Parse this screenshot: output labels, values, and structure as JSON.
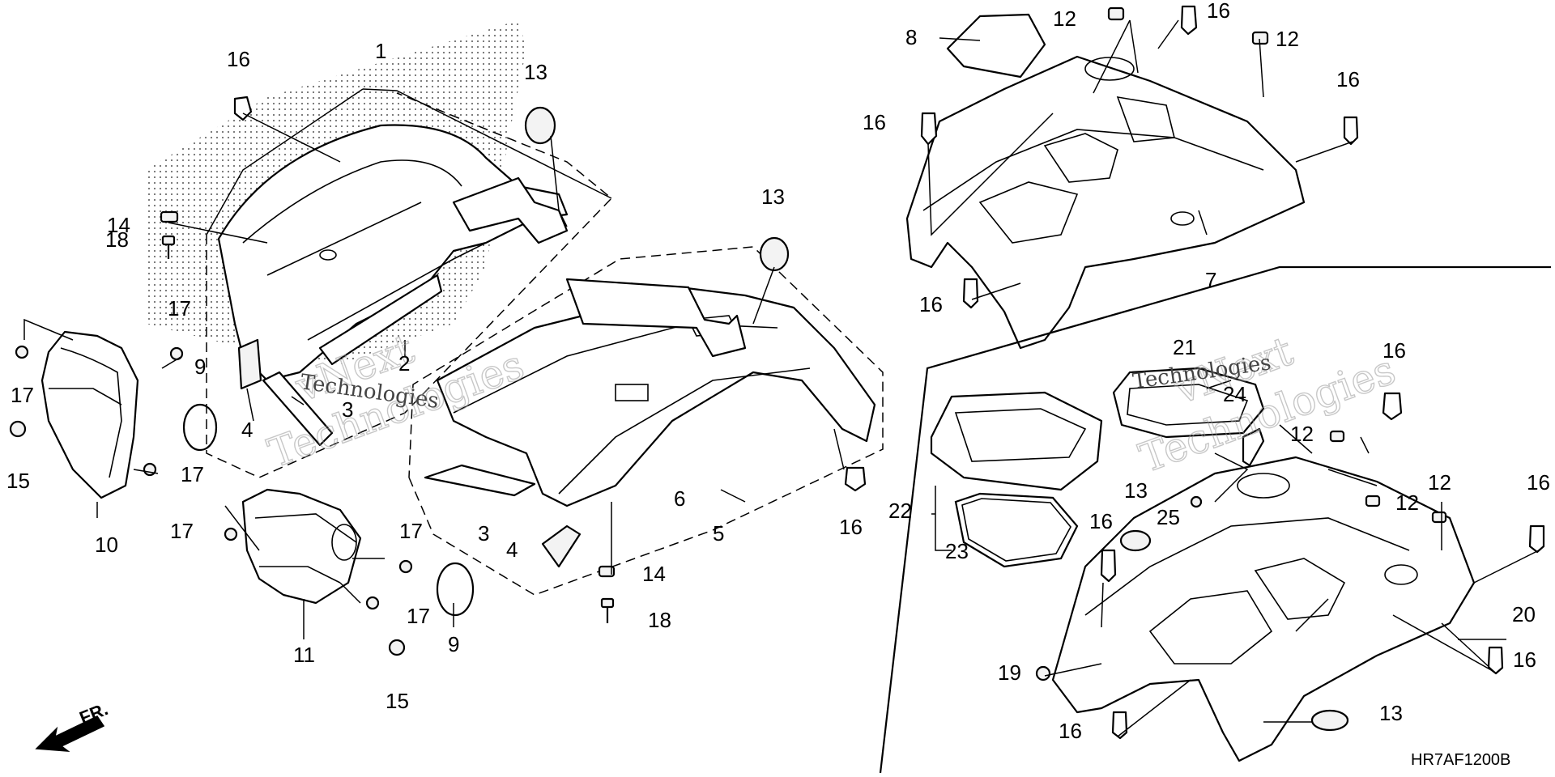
{
  "diagram_code": "HR7AF1200B",
  "front_arrow_label": "FR.",
  "watermarks": [
    {
      "line1": "vNext",
      "line2": "Technologies"
    },
    {
      "line1": "vNext",
      "line2": "Technologies"
    }
  ],
  "callouts": {
    "c1": "1",
    "c2": "2",
    "c3a": "3",
    "c3b": "3",
    "c4a": "4",
    "c4b": "4",
    "c5": "5",
    "c6": "6",
    "c7": "7",
    "c8": "8",
    "c9a": "9",
    "c9b": "9",
    "c10": "10",
    "c11": "11",
    "c12a": "12",
    "c12b": "12",
    "c12c": "12",
    "c12d": "12",
    "c12e": "12",
    "c13a": "13",
    "c13b": "13",
    "c13c": "13",
    "c13d": "13",
    "c14a": "14",
    "c14b": "14",
    "c15a": "15",
    "c15b": "15",
    "c16a": "16",
    "c16b": "16",
    "c16c": "16",
    "c16d": "16",
    "c16e": "16",
    "c16f": "16",
    "c16g": "16",
    "c16h": "16",
    "c16i": "16",
    "c16j": "16",
    "c16k": "16",
    "c17a": "17",
    "c17b": "17",
    "c17c": "17",
    "c17d": "17",
    "c17e": "17",
    "c17f": "17",
    "c18a": "18",
    "c18b": "18",
    "c19": "19",
    "c20": "20",
    "c21": "21",
    "c22": "22",
    "c23": "23",
    "c24": "24",
    "c25": "25"
  }
}
